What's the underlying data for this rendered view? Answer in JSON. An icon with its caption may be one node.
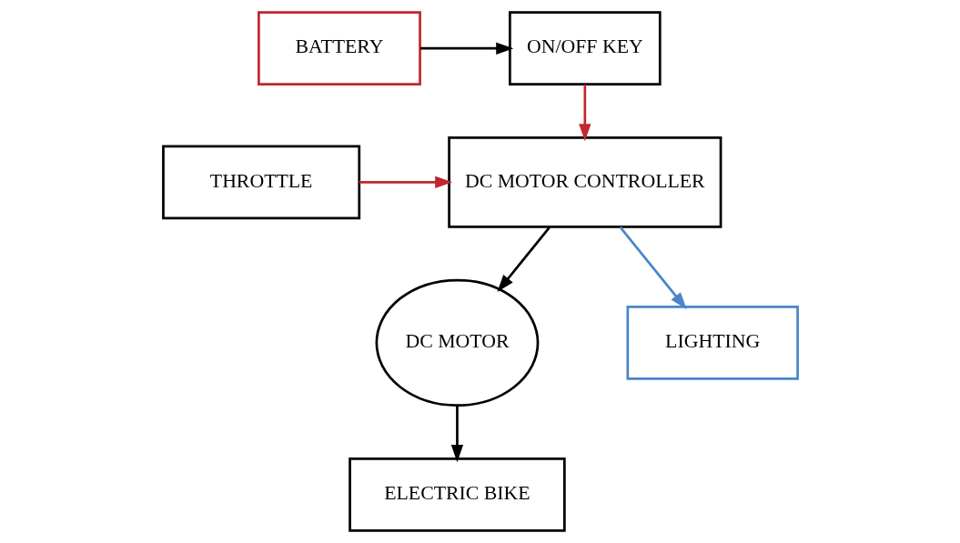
{
  "diagram": {
    "nodes": [
      {
        "text": [
          "BATTERY"
        ]
      },
      {
        "text": [
          "ON/OFF KEY"
        ]
      },
      {
        "text": [
          "DC MOTOR CONTROLLER"
        ]
      },
      {
        "text": [
          "THROTTLE"
        ]
      },
      {
        "text": [
          "DC MOTOR"
        ]
      },
      {
        "text": [
          "ELECTRIC BIKE"
        ]
      },
      {
        "text": [
          "LIGHTING"
        ]
      }
    ],
    "edges": [
      {
        "from": 0,
        "to": 1,
        "arrow": "to"
      },
      {
        "from": 1,
        "to": 2,
        "arrow": "to",
        "color": "#c0282d"
      },
      {
        "from": 3,
        "to": 2,
        "arrow": "to",
        "color": "#c0282d"
      },
      {
        "from": 2,
        "to": 4,
        "arrow": "to"
      },
      {
        "from": 4,
        "to": 5,
        "arrow": "to"
      },
      {
        "from": 2,
        "to": 6,
        "arrow": "to",
        "color": "#4a86c8"
      }
    ]
  }
}
